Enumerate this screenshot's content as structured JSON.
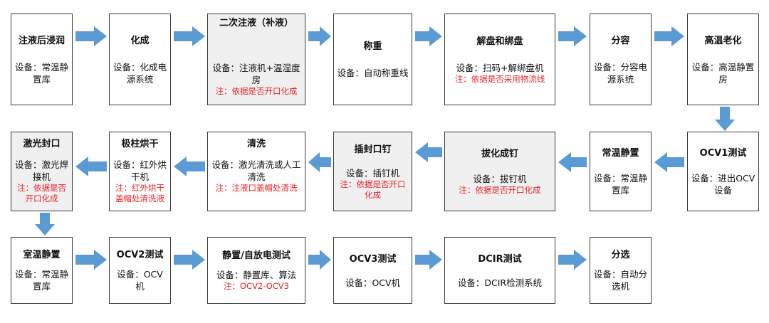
{
  "diagram": {
    "colors": {
      "arrow": "#5b9bd5",
      "note": "#e8222a",
      "border": "#3a3a3a",
      "shaded_box": "#f0f0f0"
    },
    "nodes": [
      {
        "id": "n1",
        "title": "注液后浸润",
        "equipment": "设备：常温静置库",
        "note": "",
        "shaded": false
      },
      {
        "id": "n2",
        "title": "化成",
        "equipment": "设备：化成电源系统",
        "note": "",
        "shaded": false
      },
      {
        "id": "n3",
        "title": "二次注液（补液）",
        "equipment": "设备：注液机+温湿度房",
        "note": "注：依据是否开口化成",
        "shaded": true
      },
      {
        "id": "n4",
        "title": "称重",
        "equipment": "设备：自动称重线",
        "note": "",
        "shaded": false
      },
      {
        "id": "n5",
        "title": "解盘和绑盘",
        "equipment": "设备：扫码+解绑盘机",
        "note": "注：依据是否采用物流线",
        "shaded": false
      },
      {
        "id": "n6",
        "title": "分容",
        "equipment": "设备：分容电源系统",
        "note": "",
        "shaded": false
      },
      {
        "id": "n7",
        "title": "高温老化",
        "equipment": "设备：高温静置房",
        "note": "",
        "shaded": false
      },
      {
        "id": "n8",
        "title": "OCV1测试",
        "equipment": "设备：进出OCV设备",
        "note": "",
        "shaded": false
      },
      {
        "id": "n9",
        "title": "常温静置",
        "equipment": "设备：常温静置库",
        "note": "",
        "shaded": false
      },
      {
        "id": "n10",
        "title": "拔化成钉",
        "equipment": "设备：拔钉机",
        "note": "注：依据是否开口化成",
        "shaded": true
      },
      {
        "id": "n11",
        "title": "插封口钉",
        "equipment": "设备：插钉机",
        "note": "注：依据是否开口化成",
        "shaded": true
      },
      {
        "id": "n12",
        "title": "清洗",
        "equipment": "设备：激光清洗或人工清洗",
        "note": "注：注液口盖帽处清洗",
        "shaded": false
      },
      {
        "id": "n13",
        "title": "极柱烘干",
        "equipment": "设备：红外烘干机",
        "note": "注：红外烘干盖帽处清洗液",
        "shaded": false
      },
      {
        "id": "n14",
        "title": "激光封口",
        "equipment": "设备：激光焊接机",
        "note": "注：依据是否开口化成",
        "shaded": true
      },
      {
        "id": "n15",
        "title": "室温静置",
        "equipment": "设备：常温静置库",
        "note": "",
        "shaded": false
      },
      {
        "id": "n16",
        "title": "OCV2测试",
        "equipment": "设备：OCV机",
        "note": "",
        "shaded": false
      },
      {
        "id": "n17",
        "title": "静置/自放电测试",
        "equipment": "设备：静置库、算法",
        "note": "注：OCV2-OCV3",
        "shaded": false
      },
      {
        "id": "n18",
        "title": "OCV3测试",
        "equipment": "设备：OCV机",
        "note": "",
        "shaded": false
      },
      {
        "id": "n19",
        "title": "DCIR测试",
        "equipment": "设备：DCIR检测系统",
        "note": "",
        "shaded": false
      },
      {
        "id": "n20",
        "title": "分选",
        "equipment": "设备：自动分选机",
        "note": "",
        "shaded": false
      }
    ],
    "flow": [
      "n1",
      "n2",
      "n3",
      "n4",
      "n5",
      "n6",
      "n7",
      "n8",
      "n9",
      "n10",
      "n11",
      "n12",
      "n13",
      "n14",
      "n15",
      "n16",
      "n17",
      "n18",
      "n19",
      "n20"
    ]
  }
}
